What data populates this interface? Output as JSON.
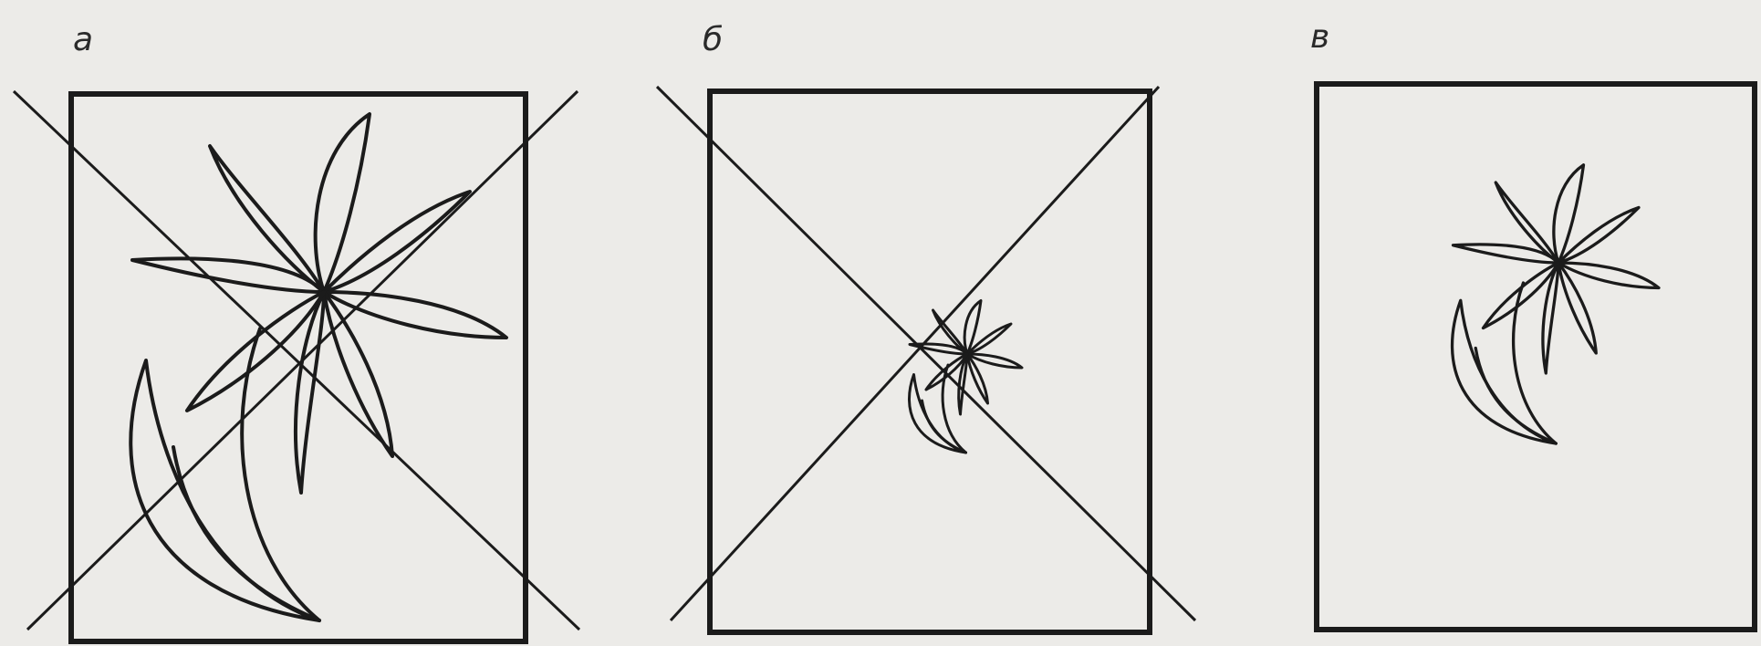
{
  "panels": [
    {
      "id": "a",
      "label": "а",
      "crossed": true
    },
    {
      "id": "b",
      "label": "б",
      "crossed": true
    },
    {
      "id": "c",
      "label": "в",
      "crossed": false
    }
  ],
  "colors": {
    "background": "#ecebe8",
    "ink": "#1b1b1b"
  }
}
